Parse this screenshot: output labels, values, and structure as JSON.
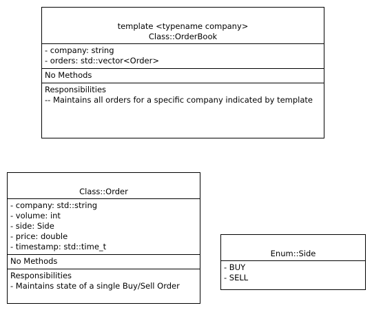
{
  "order_book": {
    "template_line": "template <typename company>",
    "name": "Class::OrderBook",
    "attributes": [
      "- company: string",
      "- orders: std::vector<Order>"
    ],
    "methods": "No Methods",
    "responsibilities_title": "Responsibilities",
    "responsibilities": [
      "-- Maintains all orders for a specific company indicated by template"
    ]
  },
  "order": {
    "name": "Class::Order",
    "attributes": [
      "- company: std::string",
      "- volume: int",
      "- side: Side",
      "- price: double",
      "- timestamp: std::time_t"
    ],
    "methods": "No Methods",
    "responsibilities_title": "Responsibilities",
    "responsibilities": [
      "- Maintains state of a single Buy/Sell Order"
    ]
  },
  "side": {
    "name": "Enum::Side",
    "values": [
      "- BUY",
      "- SELL"
    ]
  }
}
